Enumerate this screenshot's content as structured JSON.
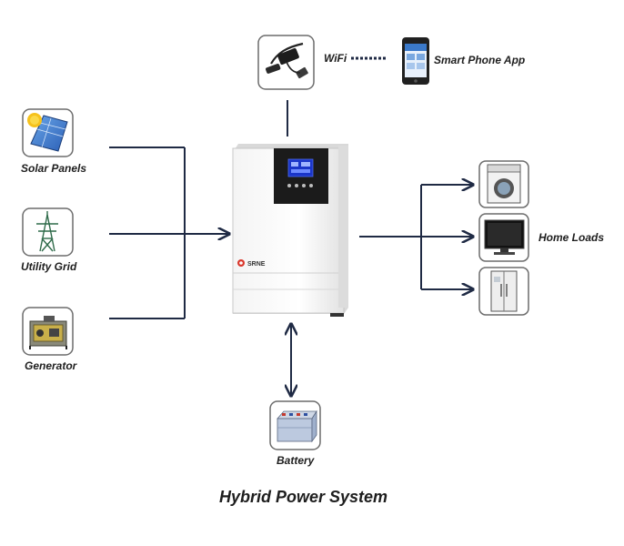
{
  "diagram": {
    "title": "Hybrid Power System",
    "inputs": [
      {
        "label": "Solar Panels",
        "icon": "solar-panel-icon"
      },
      {
        "label": "Utility Grid",
        "icon": "power-tower-icon"
      },
      {
        "label": "Generator",
        "icon": "generator-icon"
      }
    ],
    "wifi": {
      "label": "WiFi",
      "icon": "wifi-dongle-icon"
    },
    "phone": {
      "label": "Smart Phone App",
      "icon": "smartphone-icon"
    },
    "inverter": {
      "brand": "SRNE",
      "icon": "inverter-icon"
    },
    "battery": {
      "label": "Battery",
      "icon": "battery-icon"
    },
    "home_loads": {
      "label": "Home Loads",
      "items": [
        {
          "icon": "washing-machine-icon"
        },
        {
          "icon": "television-icon"
        },
        {
          "icon": "refrigerator-icon"
        }
      ]
    },
    "colors": {
      "wire": "#1f2a44",
      "display": "#1a35c8",
      "brand_red": "#d9362b"
    }
  }
}
